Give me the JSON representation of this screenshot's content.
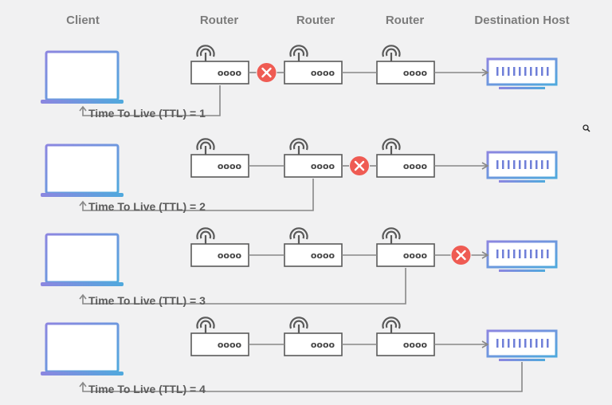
{
  "headers": {
    "client": "Client",
    "router1": "Router",
    "router2": "Router",
    "router3": "Router",
    "destination": "Destination Host"
  },
  "router_label": "oooo",
  "rows": [
    {
      "ttl_label": "Time To Live (TTL) = 1",
      "dropped_after_hop": 1
    },
    {
      "ttl_label": "Time To Live (TTL) = 2",
      "dropped_after_hop": 2
    },
    {
      "ttl_label": "Time To Live (TTL) = 3",
      "dropped_after_hop": 3
    },
    {
      "ttl_label": "Time To Live (TTL) = 4",
      "dropped_after_hop": null
    }
  ],
  "colors": {
    "device_outline": "#5a5a5a",
    "laptop_gradient_start": "#8c86e0",
    "laptop_gradient_end": "#4fa9dd",
    "drop_marker": "#ef5b53",
    "connector_line": "#888888",
    "background": "#f1f1f2"
  },
  "icons": {
    "laptop": "laptop-icon",
    "router": "router-icon",
    "antenna": "wifi-antenna-icon",
    "server": "server-icon",
    "drop": "x-circle-icon",
    "return_arrow": "arrow-up-icon"
  }
}
